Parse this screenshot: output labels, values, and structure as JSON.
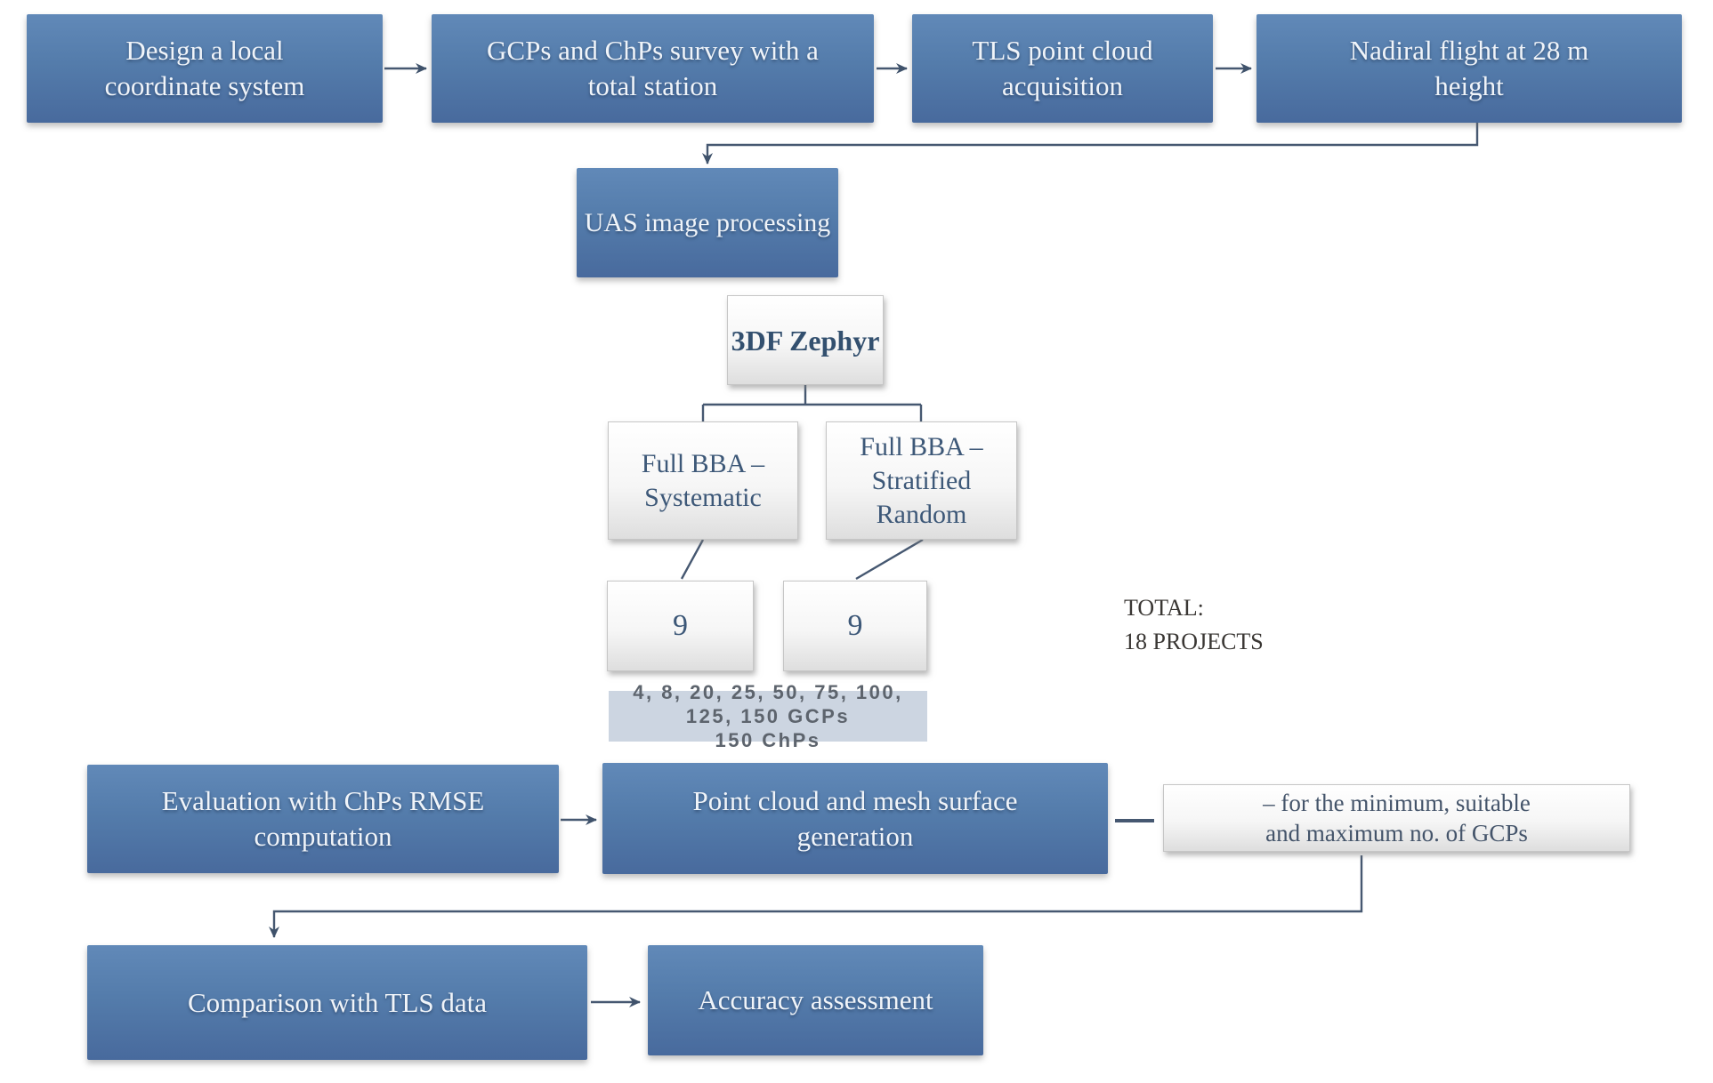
{
  "palette": {
    "box_blue_top": "#6189b8",
    "box_blue_bottom": "#486a9d",
    "blue_box_text": "#f0f4f9",
    "white_box_text": "#3d5878",
    "connector": "#465871",
    "band_background": "#ccd5e1",
    "band_text": "#5d646d",
    "total_text": "#3a3734"
  },
  "nodes": {
    "design": "Design a local coordinate system",
    "survey": "GCPs and ChPs survey with a total station",
    "tls": "TLS point cloud acquisition",
    "nadiral": "Nadiral flight at 28 m height",
    "uas": "UAS image processing",
    "zephyr": "3DF Zephyr",
    "bba_systematic": "Full BBA – Systematic",
    "bba_stratified": "Full BBA – Stratified Random",
    "count_systematic": "9",
    "count_stratified": "9",
    "evaluation": "Evaluation with ChPs RMSE computation",
    "point_cloud": "Point cloud and mesh surface generation",
    "comparison": "Comparison with TLS data",
    "accuracy": "Accuracy assessment"
  },
  "annotations": {
    "total_line1": "TOTAL:",
    "total_line2": "18 PROJECTS",
    "band_line1": "4, 8, 20, 25, 50, 75, 100, 125, 150 GCPs",
    "band_line2": "150 ChPs",
    "note_line1": "– for the minimum, suitable",
    "note_line2": "and maximum no. of GCPs"
  }
}
